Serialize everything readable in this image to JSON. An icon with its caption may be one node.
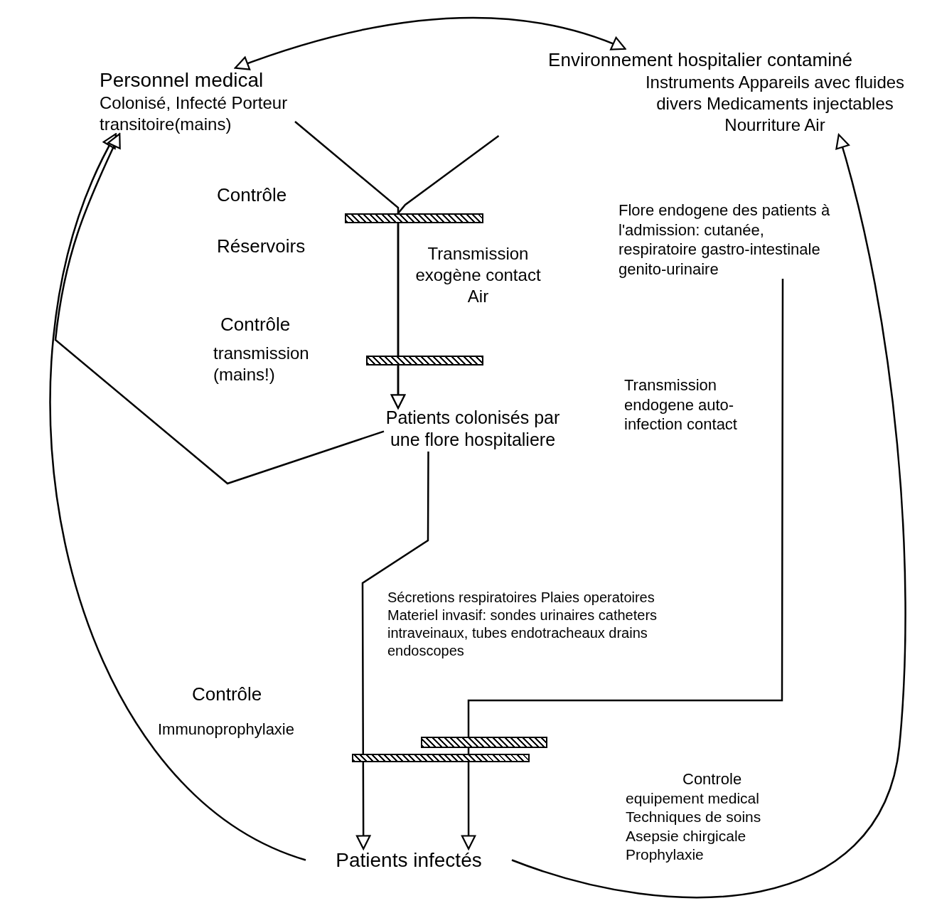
{
  "diagram": {
    "nodes": [
      {
        "text": [
          "Personnel medical",
          "Colonisé, Infecté Porteur transitoire(mains)"
        ]
      },
      {
        "text": [
          "Environnement hospitalier contaminé",
          "Instruments Appareils avec fluides divers Medicaments injectables Nourriture Air"
        ]
      },
      {
        "text": [
          "Patients colonisés par une flore hospitaliere"
        ]
      },
      {
        "text": [
          "Flore endogene des patients à l'admission: cutanée, respiratoire gastro-intestinale genito-urinaire"
        ]
      },
      {
        "text": [
          "Patients infectés"
        ]
      },
      {
        "text": [],
        "shape": "bar",
        "beside": [
          "Contrôle",
          "Réservoirs"
        ]
      },
      {
        "text": [],
        "shape": "bar",
        "beside": [
          "Contrôle",
          "transmission (mains!)"
        ]
      },
      {
        "text": [],
        "shape": "bar"
      },
      {
        "text": [],
        "shape": "bar",
        "beside": [
          "Contrôle",
          "Immunoprophylaxie"
        ]
      }
    ],
    "edges": [
      {
        "from": 0,
        "to": 1,
        "arrow": "both"
      },
      {
        "from": 0,
        "to": 2,
        "arrow": "to"
      },
      {
        "from": 1,
        "to": 2,
        "arrow": "to"
      },
      {
        "from": 2,
        "to": 4,
        "arrow": "to"
      },
      {
        "from": 3,
        "to": 4,
        "arrow": "to"
      },
      {
        "from": 4,
        "to": 1,
        "arrow": "to"
      },
      {
        "from": 4,
        "to": 0,
        "arrow": "to"
      },
      {
        "from": 2,
        "to": 0,
        "arrow": "to"
      }
    ],
    "labels": [
      "Transmission exogène contact Air",
      "Transmission endogene auto-infection contact",
      "Sécretions respiratoires Plaies operatoires Materiel invasif: sondes urinaires catheters intraveinaux, tubes endotracheaux drains endoscopes",
      "Controle",
      "equipement medical Techniques de soins Asepsie chirgicale Prophylaxie"
    ]
  }
}
